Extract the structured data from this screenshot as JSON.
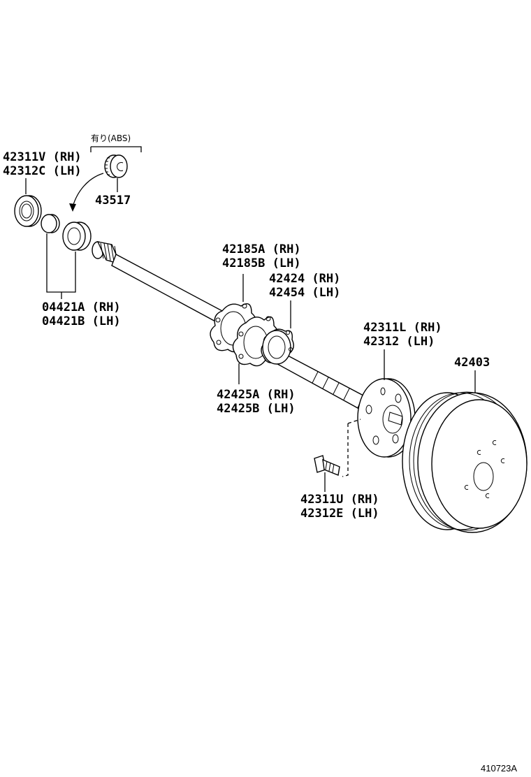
{
  "labels": {
    "oil_seal": [
      "42311V (RH)",
      "42312C (LH)"
    ],
    "abs_note": "有り(ABS)",
    "abs_rotor": "43517",
    "bearing": [
      "04421A (RH)",
      "04421B (LH)"
    ],
    "gasket": [
      "42185A (RH)",
      "42185B (LH)"
    ],
    "retainer": [
      "42424 (RH)",
      "42454 (LH)"
    ],
    "spacer": [
      "42425A (RH)",
      "42425B (LH)"
    ],
    "axle_hub": [
      "42311L (RH)",
      "42312 (LH)"
    ],
    "hub_bolt": [
      "42311U (RH)",
      "42312E (LH)"
    ],
    "brake_drum": "42403"
  },
  "figure_ref": "410723A"
}
